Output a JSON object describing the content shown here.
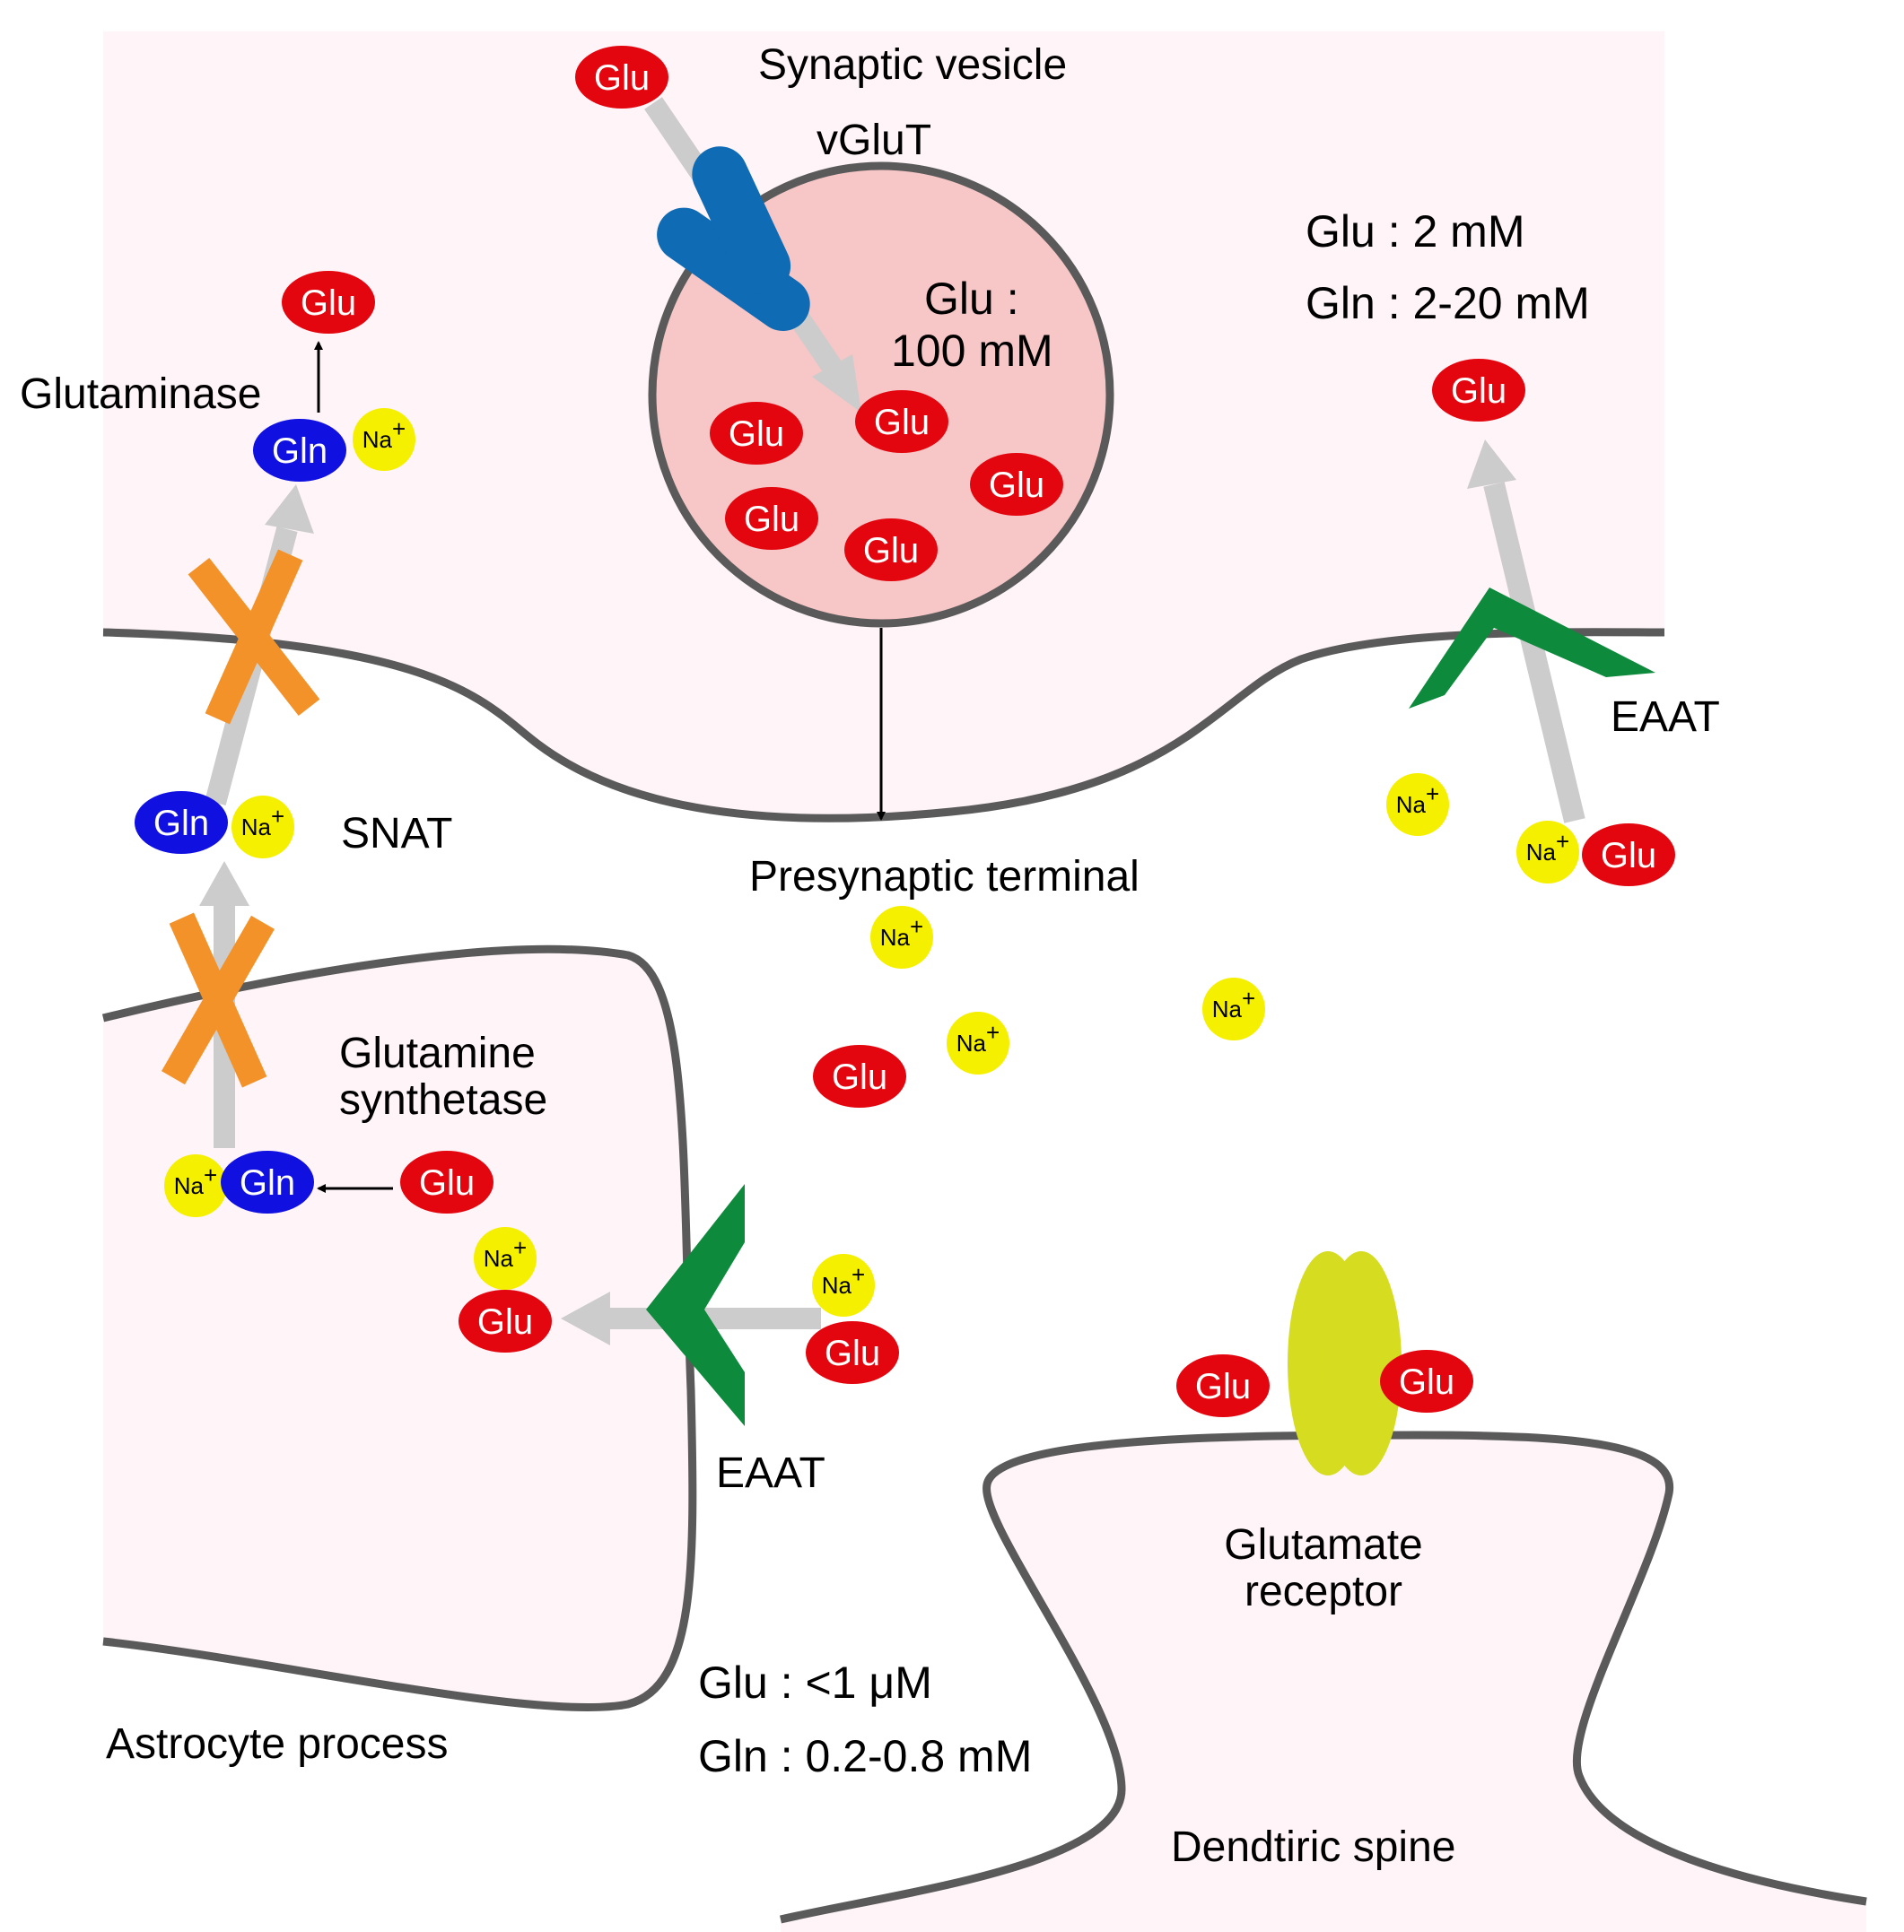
{
  "colors": {
    "glu": "#e3060f",
    "gln": "#1010e0",
    "na": "#f5f000",
    "text_red": "#e3060f",
    "text_blue": "#1a6fc0",
    "cytoplasm": "#fff4f8",
    "vesicle": "#f7c6c6",
    "membrane": "#5a5a5a",
    "vglut": "#0f6bb3",
    "eaat": "#0d8a3c",
    "snat": "#f39229",
    "receptor": "#d6dc1f",
    "flow_arrow": "#cccccc"
  },
  "labels": {
    "synaptic_vesicle": "Synaptic vesicle",
    "vglut": "vGluT",
    "vesicle_conc_line1": "Glu :",
    "vesicle_conc_line2": "100 mM",
    "presyn_glu_conc": "Glu : 2 mM",
    "presyn_gln_conc": "Gln : 2-20 mM",
    "glutaminase": "Glutaminase",
    "snat": "SNAT",
    "eaat_presynaptic": "EAAT",
    "eaat_astrocyte": "EAAT",
    "presynaptic_terminal": "Presynaptic terminal",
    "glutamine_synthetase_line1": "Glutamine",
    "glutamine_synthetase_line2": "synthetase",
    "glutamate_receptor_line1": "Glutamate",
    "glutamate_receptor_line2": "receptor",
    "astrocyte_process": "Astrocyte process",
    "cleft_glu_conc": "Glu : <1 μM",
    "cleft_gln_conc": "Gln : 0.2-0.8 mM",
    "dendritic_spine": "Dendtiric spine"
  },
  "molecules": {
    "glu": "Glu",
    "gln": "Gln",
    "na": "Na",
    "na_charge": "+"
  }
}
